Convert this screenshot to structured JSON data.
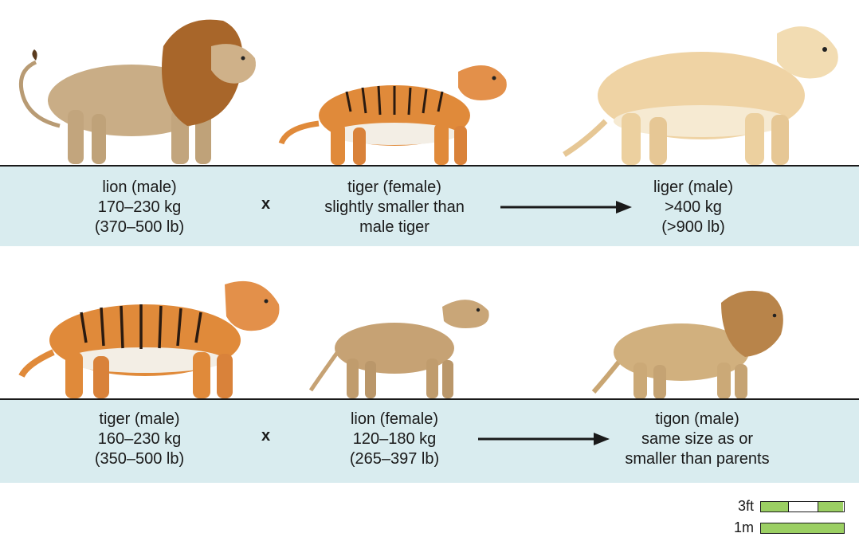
{
  "crosses": [
    {
      "parent1": {
        "name": "lion (male)",
        "line2": "170–230 kg",
        "line3": "(370–500 lb)"
      },
      "operator": "x",
      "parent2": {
        "name": "tiger (female)",
        "line2": "slightly smaller than",
        "line3": "male tiger"
      },
      "offspring": {
        "name": "liger (male)",
        "line2": ">400 kg",
        "line3": "(>900 lb)"
      }
    },
    {
      "parent1": {
        "name": "tiger (male)",
        "line2": "160–230 kg",
        "line3": "(350–500 lb)"
      },
      "operator": "x",
      "parent2": {
        "name": "lion (female)",
        "line2": "120–180 kg",
        "line3": "(265–397 lb)"
      },
      "offspring": {
        "name": "tigon (male)",
        "line2": "same size as or",
        "line3": "smaller than parents"
      }
    }
  ],
  "scale": {
    "ft_label": "3ft",
    "m_label": "1m"
  },
  "colors": {
    "band": "#d9ecef",
    "scale_green": "#9bcf63",
    "lion": "#c9ad86",
    "tiger": "#e08a3a",
    "liger": "#efd3a4",
    "tigon": "#d1b07e",
    "lioness": "#c6a274"
  }
}
